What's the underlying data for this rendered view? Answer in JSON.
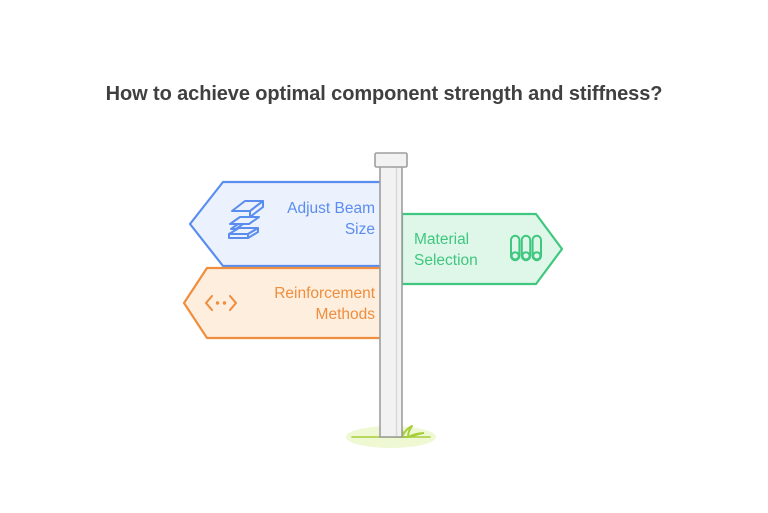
{
  "page": {
    "title": "How to achieve optimal component strength and stiffness?",
    "background_color": "#ffffff"
  },
  "diagram": {
    "type": "signpost",
    "post": {
      "name": "signpost",
      "color": "#F2F2F2",
      "border_color": "#9E9E9E"
    },
    "ground": {
      "name": "grass-base",
      "fill_color": "#EEF8D2",
      "grass_color": "#A6CE39"
    },
    "signs": [
      {
        "id": "adjust-beam-size",
        "label": "Adjust Beam\nSize",
        "direction": "left",
        "icon": "i-beam-icon",
        "fill_color": "#EBF1FD",
        "stroke_color": "#5B8DEF",
        "text_color": "#5B8DEF"
      },
      {
        "id": "material-selection",
        "label": "Material\nSelection",
        "direction": "right",
        "icon": "pipes-icon",
        "fill_color": "#DFF7E9",
        "stroke_color": "#3FC77F",
        "text_color": "#3FC77F"
      },
      {
        "id": "reinforcement-methods",
        "label": "Reinforcement\nMethods",
        "direction": "left",
        "icon": "expand-arrows-icon",
        "fill_color": "#FDEEDE",
        "stroke_color": "#EE8E3E",
        "text_color": "#EE8E3E"
      }
    ]
  }
}
